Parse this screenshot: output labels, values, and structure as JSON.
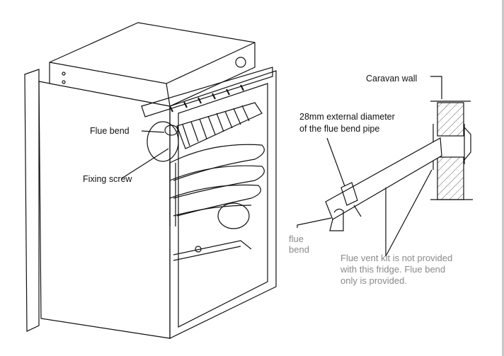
{
  "labels": {
    "caravan_wall": "Caravan wall",
    "diameter_line1": "28mm external diameter",
    "diameter_line2": "of the flue bend pipe",
    "flue_bend_fridge": "Flue bend",
    "fixing_screw": "Fixing screw",
    "flue_bend_line1": "flue",
    "flue_bend_line2": "bend",
    "note_line1": "Flue vent kit is not provided",
    "note_line2": "with this fridge. Flue bend",
    "note_line3": "only is provided."
  }
}
